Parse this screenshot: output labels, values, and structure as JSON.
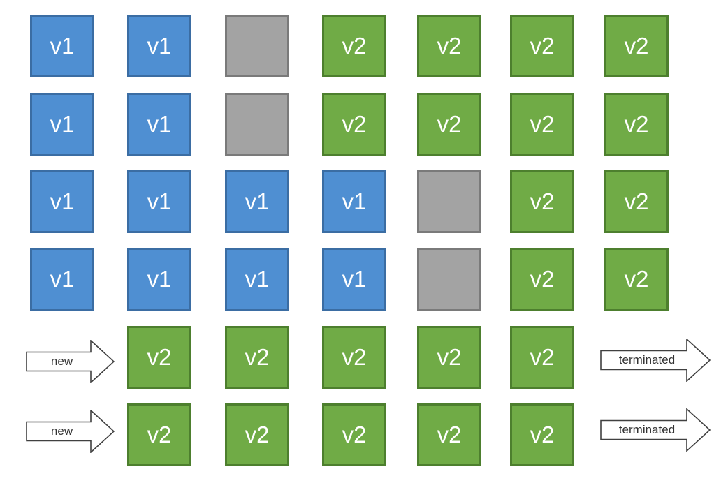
{
  "colors": {
    "v1_fill": "#4f8fd2",
    "v2_fill": "#70ab46",
    "empty_fill": "#a3a3a3"
  },
  "grid": [
    [
      "v1",
      "v1",
      "",
      "v2",
      "v2",
      "v2",
      "v2"
    ],
    [
      "v1",
      "v1",
      "",
      "v2",
      "v2",
      "v2",
      "v2"
    ],
    [
      "v1",
      "v1",
      "v1",
      "v1",
      "",
      "v2",
      "v2"
    ],
    [
      "v1",
      "v1",
      "v1",
      "v1",
      "",
      "v2",
      "v2"
    ],
    [
      null,
      "v2",
      "v2",
      "v2",
      "v2",
      "v2",
      null
    ],
    [
      null,
      "v2",
      "v2",
      "v2",
      "v2",
      "v2",
      null
    ]
  ],
  "arrows": [
    {
      "label": "new"
    },
    {
      "label": "new"
    },
    {
      "label": "terminated"
    },
    {
      "label": "terminated"
    }
  ]
}
